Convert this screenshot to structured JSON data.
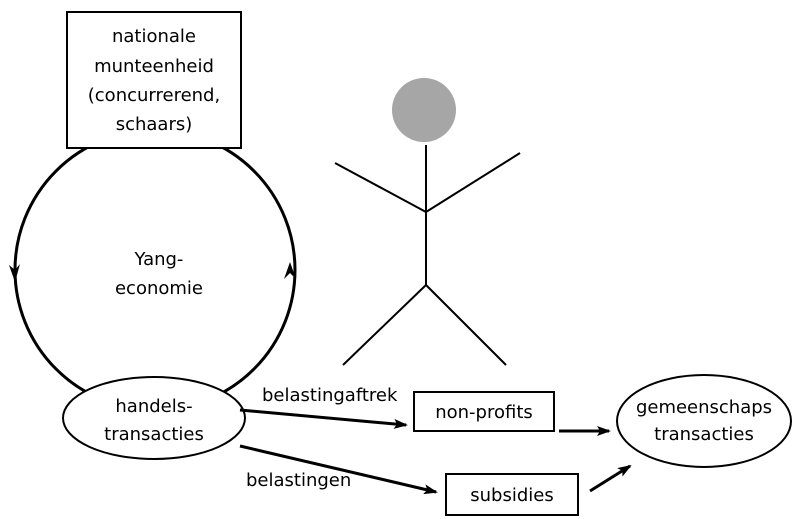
{
  "diagram": {
    "currency_box": {
      "lines": [
        "nationale",
        "munteenheid",
        "(concurrerend,",
        "schaars)"
      ]
    },
    "cycle_label": {
      "lines": [
        "Yang-",
        "economie"
      ]
    },
    "trade_node": {
      "lines": [
        "handels-",
        "transacties"
      ]
    },
    "community_node": {
      "lines": [
        "gemeenschaps",
        "transacties"
      ]
    },
    "nonprofits_box": {
      "label": "non-profits"
    },
    "subsidies_box": {
      "label": "subsidies"
    },
    "edge_labels": {
      "tax_deduction": "belastingaftrek",
      "taxes": "belastingen"
    },
    "person": {
      "head_color": "#a6a6a6",
      "icon": "stick-figure-icon"
    }
  }
}
